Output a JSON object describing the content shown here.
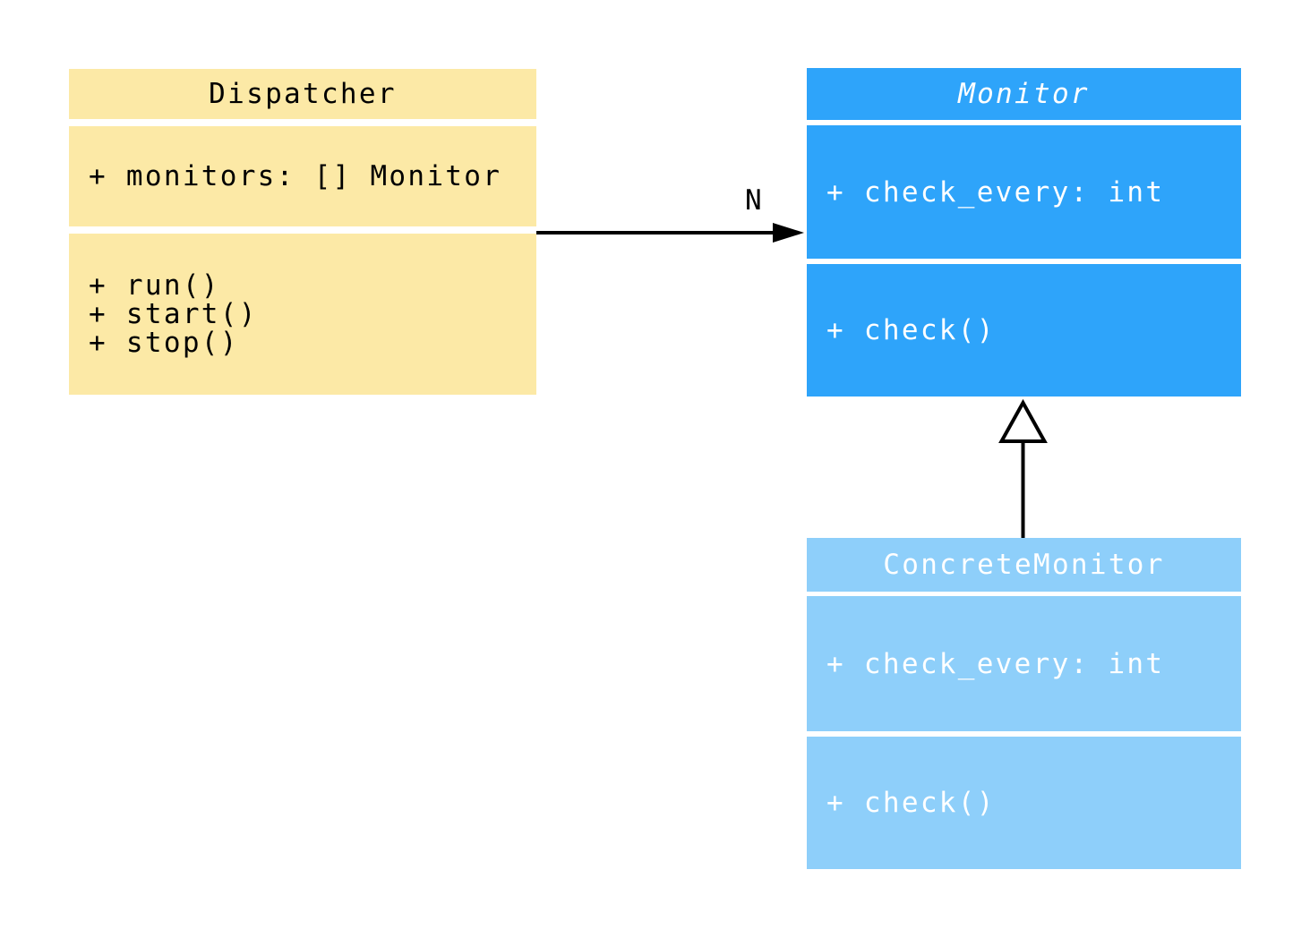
{
  "diagram": {
    "type": "uml-class-diagram",
    "colors": {
      "background": "#FFFFFF",
      "dispatcher_fill": "#FCE9A6",
      "monitor_fill": "#2EA4FA",
      "concrete_monitor_fill": "#8ECFFA",
      "edge_color": "#000000",
      "dark_text": "#000000",
      "light_text": "#FFFFFF"
    },
    "classes": [
      {
        "name": "Dispatcher",
        "name_italic": false,
        "fill": "#FCE9A6",
        "text_color": "#000000",
        "attributes": [
          "+ monitors: [] Monitor"
        ],
        "methods": [
          "+ run()",
          "+ start()",
          "+ stop()"
        ]
      },
      {
        "name": "Monitor",
        "name_italic": true,
        "fill": "#2EA4FA",
        "text_color": "#FFFFFF",
        "attributes": [
          "+ check_every: int"
        ],
        "methods": [
          "+ check()"
        ]
      },
      {
        "name": "ConcreteMonitor",
        "name_italic": false,
        "fill": "#8ECFFA",
        "text_color": "#FFFFFF",
        "attributes": [
          "+ check_every: int"
        ],
        "methods": [
          "+ check()"
        ]
      }
    ],
    "relations": [
      {
        "type": "association",
        "from": "Dispatcher",
        "to": "Monitor",
        "label": "N",
        "arrowhead": "filled-triangle",
        "color": "#000000"
      },
      {
        "type": "inheritance",
        "from": "ConcreteMonitor",
        "to": "Monitor",
        "label": "",
        "arrowhead": "hollow-triangle",
        "color": "#000000"
      }
    ]
  }
}
